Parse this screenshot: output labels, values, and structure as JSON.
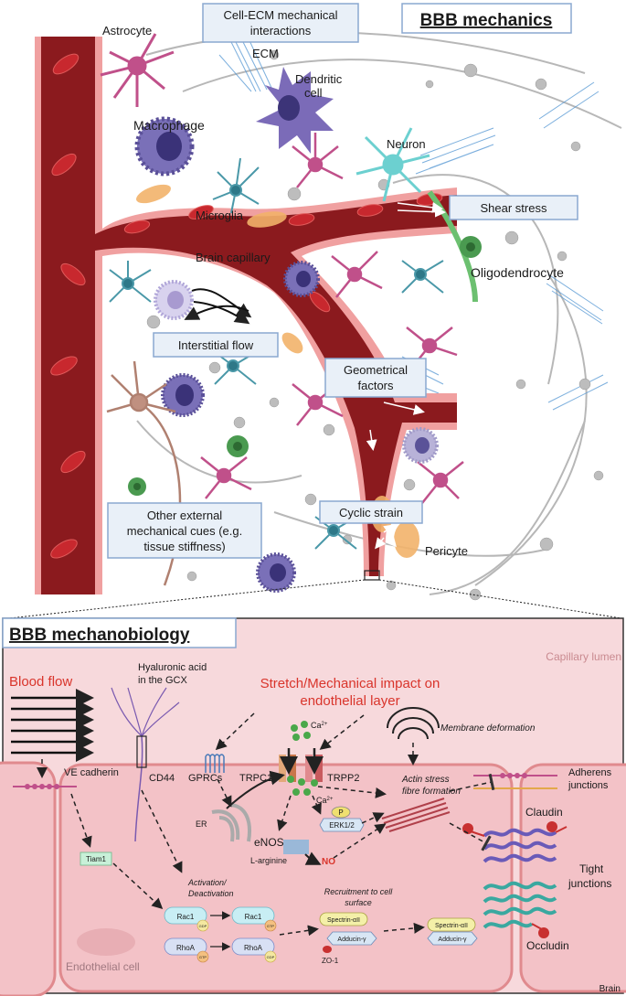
{
  "top": {
    "title": "BBB mechanics",
    "labels": {
      "astrocyte": "Astrocyte",
      "ecm": "ECM",
      "dendritic_1": "Dendritic",
      "dendritic_2": "cell",
      "macrophage": "Macrophage",
      "neuron": "Neuron",
      "microglia": "Microglia",
      "brain_capillary": "Brain capillary",
      "oligodendrocyte": "Oligodendrocyte",
      "pericyte": "Pericyte"
    },
    "boxes": {
      "cell_ecm_1": "Cell-ECM mechanical",
      "cell_ecm_2": "interactions",
      "shear_stress": "Shear stress",
      "interstitial_flow": "Interstitial flow",
      "geometrical_1": "Geometrical",
      "geometrical_2": "factors",
      "cyclic_strain": "Cyclic strain",
      "other_1": "Other external",
      "other_2": "mechanical cues (e.g.",
      "other_3": "tissue stiffness)"
    }
  },
  "bottom": {
    "title": "BBB mechanobiology",
    "capillary_lumen": "Capillary lumen",
    "blood_flow": "Blood flow",
    "stretch_1": "Stretch/Mechanical impact on",
    "stretch_2": "endothelial layer",
    "hyaluronic_1": "Hyaluronic acid",
    "hyaluronic_2": "in the GCX",
    "cd44": "CD44",
    "gprcs": "GPRCs",
    "trpc1": "TRPC1",
    "trpp2": "TRPP2",
    "ca_top": "Ca",
    "ca_top_sup": "2+",
    "ca_mid": "Ca",
    "ca_mid_sup": "2+",
    "membrane_deformation": "Membrane deformation",
    "ve_cadherin": "VE cadherin",
    "adherens_1": "Adherens",
    "adherens_2": "junctions",
    "actin_1": "Actin stress",
    "actin_2": "fibre formation",
    "p": "P",
    "erk": "ERK1/2",
    "er": "ER",
    "enos": "eNOS",
    "l_arginine": "L-arginine",
    "no": "NO",
    "tiam1": "Tiam1",
    "claudin": "Claudin",
    "tight_1": "Tight",
    "tight_2": "junctions",
    "activation_1": "Activation/",
    "activation_2": "Deactivation",
    "recruitment_1": "Recruitment to cell",
    "recruitment_2": "surface",
    "rac1": "Rac1",
    "rhoa": "RhoA",
    "gdp": "GDP",
    "gtp": "GTP",
    "spectrin": "Spectrin-αII",
    "adducin": "Adducin-γ",
    "zo1": "ZO-1",
    "occludin": "Occludin",
    "endothelial_cell": "Endothelial cell",
    "brain": "Brain"
  },
  "colors": {
    "vessel_dark": "#8b1a1e",
    "vessel_light": "#f0a0a0",
    "rbc": "#c8282e",
    "box_fill": "#e9f0f8",
    "box_stroke": "#8aa8d0",
    "panel_bg": "#f7d9dc",
    "cell_bg": "#f3c2c7",
    "red_text": "#d9342b"
  }
}
